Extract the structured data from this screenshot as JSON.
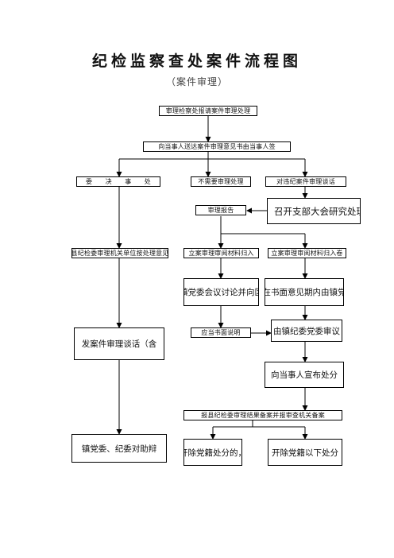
{
  "title": "纪检监察查处案件流程图",
  "subtitle": "（案件审理）",
  "nodes": {
    "n1": "审理检察处报请案件审理处理",
    "n2": "向当事人送达案件审理意见书由当事人签",
    "n3": "委　　决　　事　　处",
    "n4": "不需要审理处理",
    "n5": "对违纪案件审理谈话",
    "n6": "审理报告",
    "n7": "召开支部大会研究处理意见，",
    "n8": "报县纪检委审理机关单位按处理意见书",
    "n9": "立案审理审阅材料归入",
    "n10": "立案审理审阅材料归入卷",
    "n11": "镇党委会议讨论并向区",
    "n12": "在书面意见期内由镇党",
    "n13": "发案件审理谈话（含",
    "n14": "应当书面说明",
    "n15": "由镇纪委党委审议",
    "n16": "向当事人宣布处分",
    "n17": "报县纪检委审理结果备案并报审查机关备案",
    "n18": "镇党委、纪委对助辩",
    "n19": "开除党籍处分的，",
    "n20": "开除党籍以下处分"
  }
}
